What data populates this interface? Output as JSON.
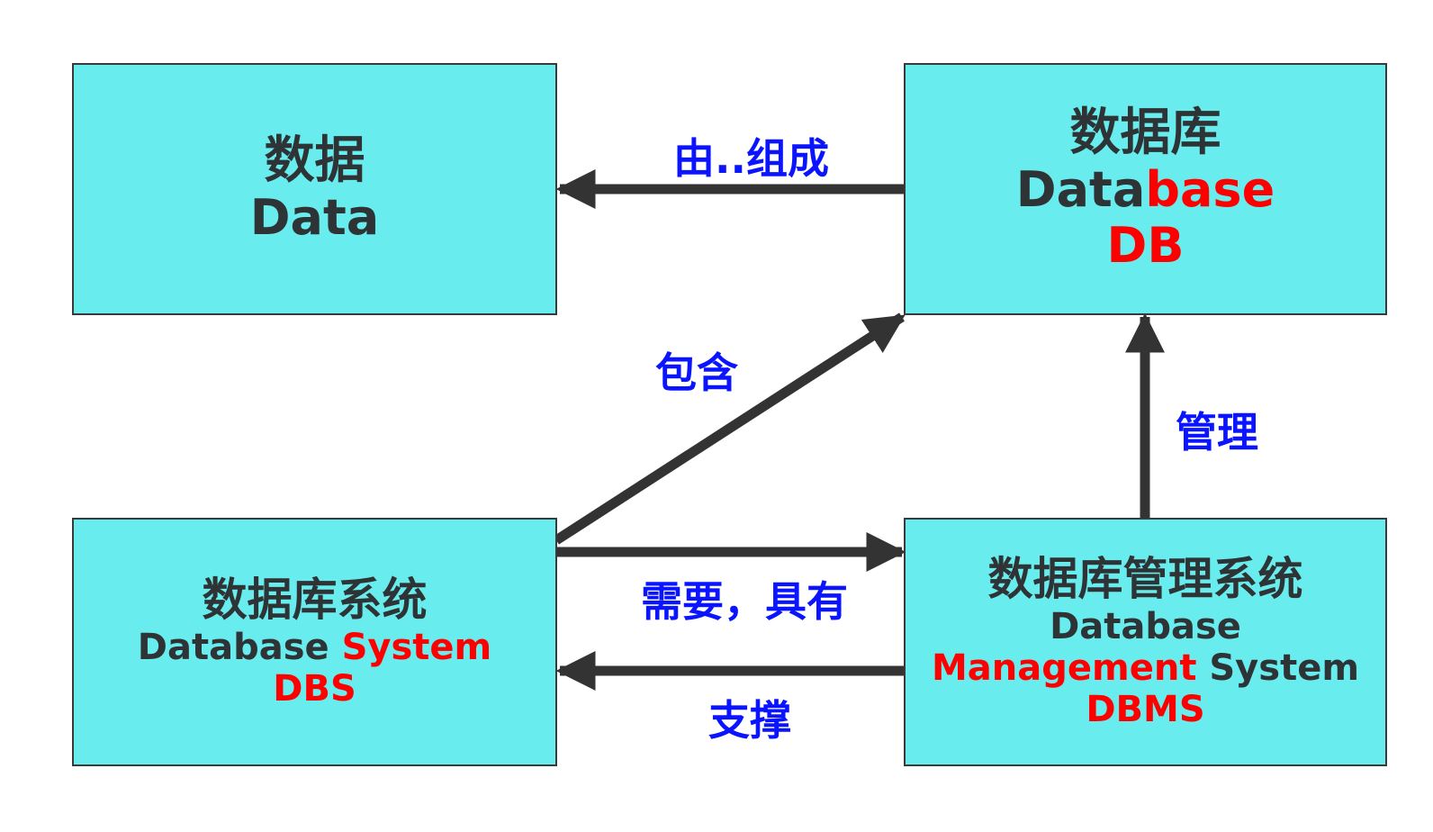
{
  "nodes": {
    "data": {
      "zh": "数据",
      "en": "Data"
    },
    "database": {
      "zh": "数据库",
      "en_dark": "Data",
      "en_red": "base",
      "abbr": "DB"
    },
    "dbs": {
      "zh": "数据库系统",
      "en_dark": "Database",
      "en_red": "System",
      "abbr": "DBS"
    },
    "dbms": {
      "zh": "数据库管理系统",
      "en_line1": "Database",
      "en_red": "Management",
      "en_dark": "System",
      "abbr": "DBMS"
    }
  },
  "edges": {
    "composed_of": "由..组成",
    "contains": "包含",
    "manages": "管理",
    "needs_has": "需要，具有",
    "supports": "支撑"
  },
  "colors": {
    "box_fill": "#69eced",
    "box_border": "#3a3a3a",
    "text_dark": "#2e3436",
    "text_red": "#ff0000",
    "edge_label": "#0a14ff",
    "arrow": "#333333"
  }
}
